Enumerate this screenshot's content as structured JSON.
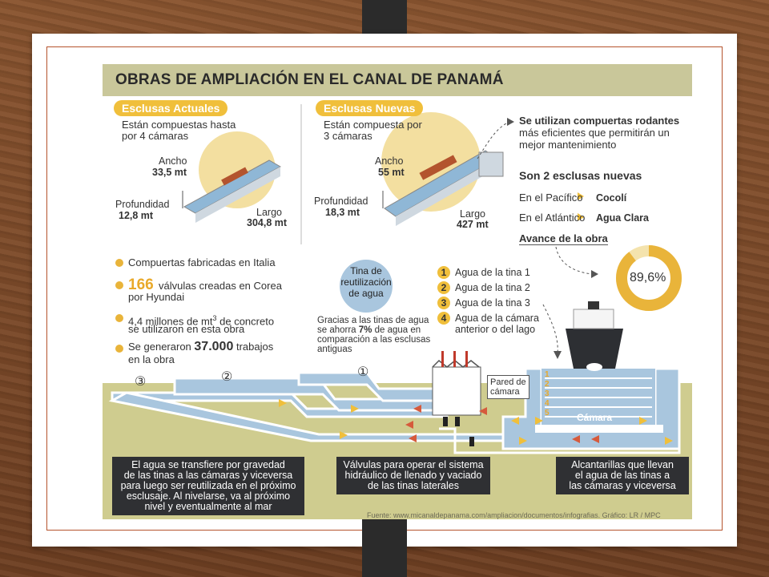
{
  "title": "OBRAS DE AMPLIACIÓN EN EL CANAL DE PANAMÁ",
  "actuales": {
    "label": "Esclusas Actuales",
    "desc_1": "Están compuestas hasta",
    "desc_2": "por 4 cámaras",
    "ancho_label": "Ancho",
    "ancho_value": "33,5 mt",
    "profundidad_label": "Profundidad",
    "profundidad_value": "12,8 mt",
    "largo_label": "Largo",
    "largo_value": "304,8 mt"
  },
  "nuevas": {
    "label": "Esclusas Nuevas",
    "desc_1": "Están compuesta por",
    "desc_2": "3 cámaras",
    "ancho_label": "Ancho",
    "ancho_value": "55 mt",
    "profundidad_label": "Profundidad",
    "profundidad_value": "18,3 mt",
    "largo_label": "Largo",
    "largo_value": "427 mt"
  },
  "compuertas": {
    "line_1": "Se utilizan compuertas rodantes",
    "line_2": "más eficientes que permitirán un",
    "line_3": "mejor mantenimiento"
  },
  "esclusas_nuevas": {
    "heading": "Son 2 esclusas nuevas",
    "pacifico_label": "En el Pacífico",
    "pacifico_value": "Cocolí",
    "atlantico_label": "En el Atlántico",
    "atlantico_value": "Agua Clara"
  },
  "avance": {
    "label": "Avance de la obra",
    "value_text": "89,6%",
    "percent": 89.6
  },
  "facts": {
    "f1": "Compuertas fabricadas en Italia",
    "f2_num": "166",
    "f2_a": "válvulas creadas en Corea",
    "f2_b": "por Hyundai",
    "f3_a": "4,4 millones de mt",
    "f3_sup": "3",
    "f3_b": " de concreto",
    "f3_c": "se utilizaron en esta obra",
    "f4_a": "Se generaron ",
    "f4_num": "37.000",
    "f4_b": " trabajos",
    "f4_c": "en la obra"
  },
  "tina": {
    "l1": "Tina de",
    "l2": "reutilización",
    "l3": "de agua",
    "g1": "Gracias a las tinas de agua",
    "g2a": "se ahorra ",
    "g2b": "7%",
    "g2c": " de agua en",
    "g3": "comparación a las esclusas",
    "g4": "antiguas"
  },
  "legend": {
    "n1": "1",
    "t1": "Agua de la tina 1",
    "n2": "2",
    "t2": "Agua de la tina 2",
    "n3": "3",
    "t3": "Agua de la tina 3",
    "n4": "4",
    "t4a": "Agua de la cámara",
    "t4b": "anterior o del lago"
  },
  "diagram": {
    "m1": "①",
    "m2": "②",
    "m3": "③",
    "pared_1": "Pared de",
    "pared_2": "cámara",
    "camara": "Cámara",
    "lv1": "1",
    "lv2": "2",
    "lv3": "3",
    "lv4": "4",
    "lv5": "5"
  },
  "captions": {
    "c1_1": "El agua se transfiere por gravedad",
    "c1_2": "de las tinas a las cámaras y viceversa",
    "c1_3": "para luego ser reutilizada en el próximo",
    "c1_4": "esclusaje. Al nivelarse, va al próximo",
    "c1_5": "nivel y eventualmente al mar",
    "c2_1": "Válvulas para operar el sistema",
    "c2_2": "hidráulico de llenado y vaciado",
    "c2_3": "de las tinas laterales",
    "c3_1": "Alcantarillas que llevan",
    "c3_2": "el agua de las tinas a",
    "c3_3": "las cámaras y viceversa"
  },
  "source": "Fuente: www.micanaldepanama.com/ampliacion/documentos/infografias. Gráfico: LR / MPC",
  "colors": {
    "accent_yellow": "#f0bf3b",
    "title_band": "#c9c79a",
    "water_blue": "#a9c6de",
    "ground_olive": "#cfcc8f",
    "frame_red": "#b5532d"
  }
}
